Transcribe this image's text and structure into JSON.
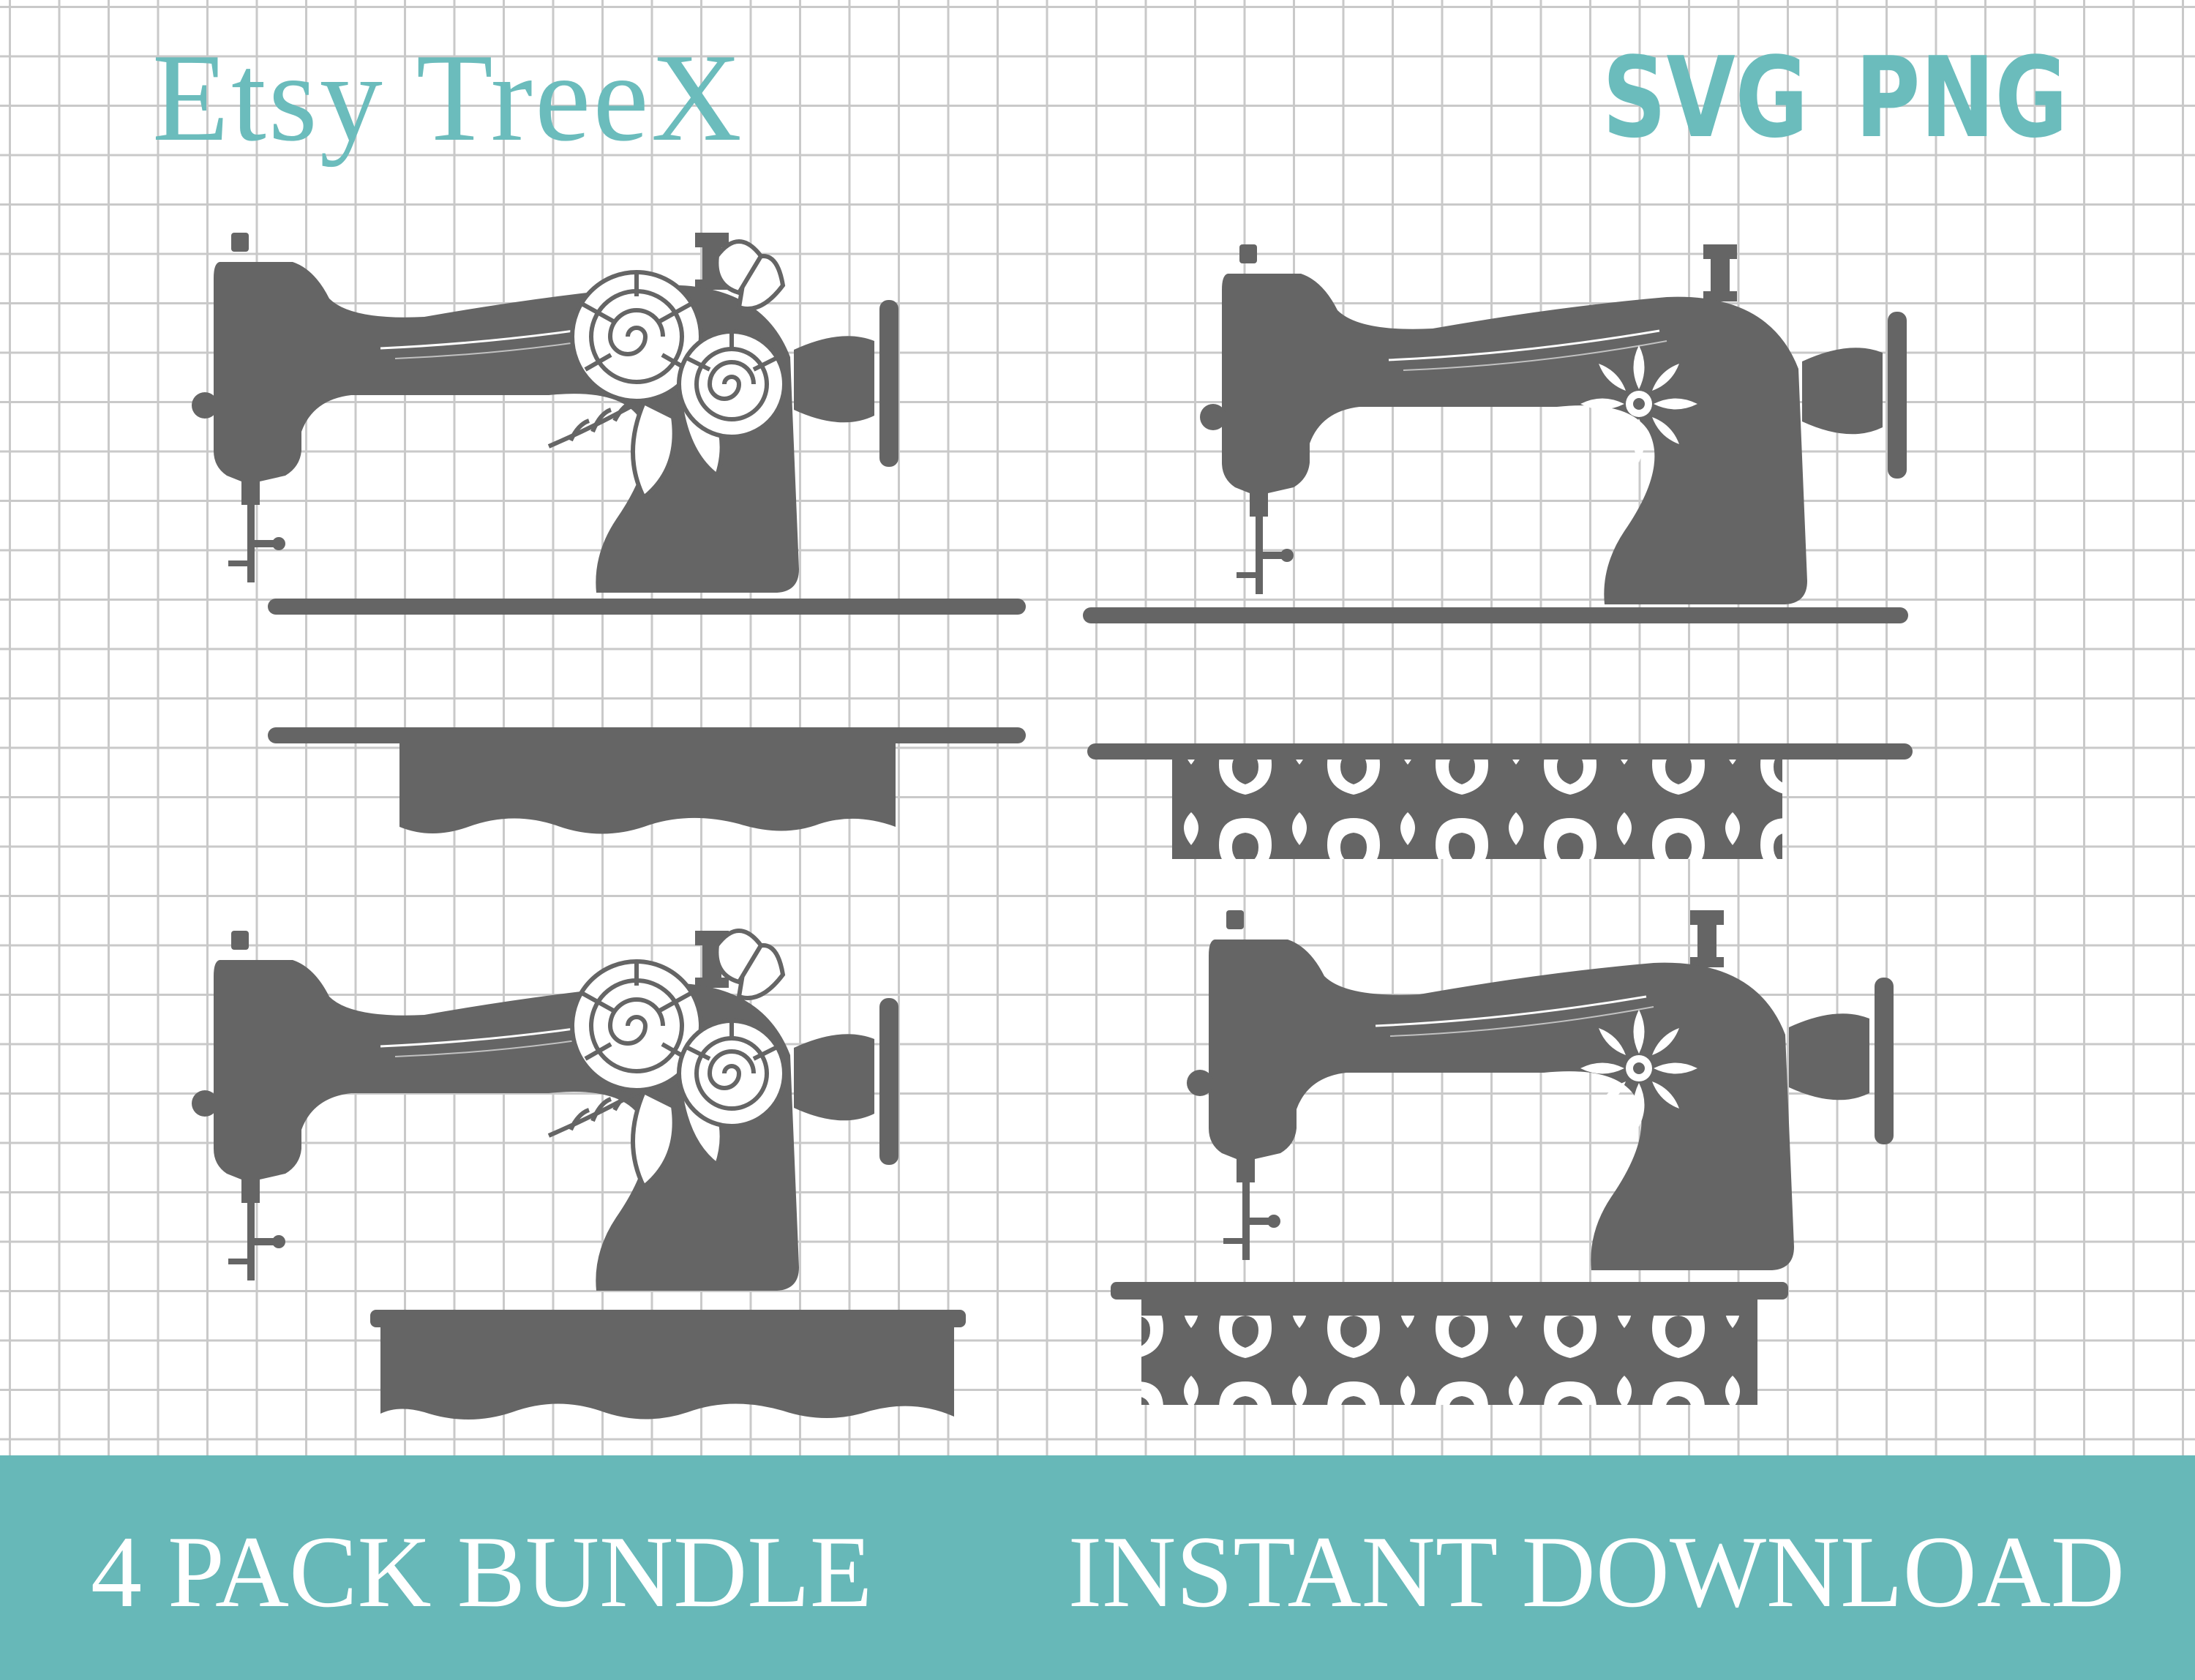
{
  "brand": "Etsy TreeX",
  "formats": [
    "SVG",
    "PNG"
  ],
  "footer": {
    "left": "4 PACK BUNDLE",
    "right": "INSTANT DOWNLOAD",
    "background": "#67b8b8"
  },
  "colors": {
    "accent": "#6bbcbc",
    "silhouette": "#656565",
    "grid": "#c9c9c9"
  },
  "designs": [
    {
      "name": "floral sewing machine split monogram",
      "decor": "rose-flowers",
      "base": "wavy-split"
    },
    {
      "name": "damask sewing machine split monogram",
      "decor": "damask-ornament",
      "base": "lace-split"
    },
    {
      "name": "floral sewing machine with drawer base",
      "decor": "rose-flowers",
      "base": "wavy-base"
    },
    {
      "name": "damask sewing machine with lace base",
      "decor": "damask-ornament",
      "base": "lace-base"
    }
  ]
}
